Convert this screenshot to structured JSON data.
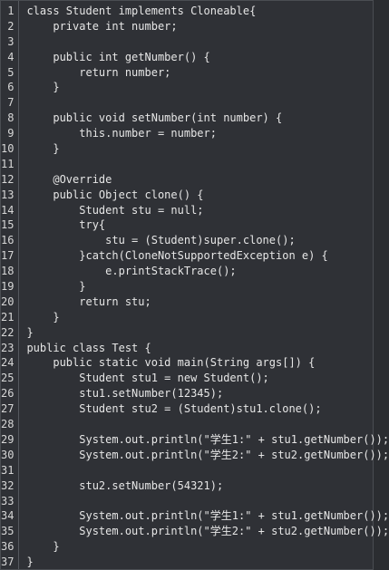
{
  "colors": {
    "background": "#2f3136",
    "gutter_divider": "#55585e",
    "text": "#e6e6e6",
    "line_number": "#d7d7d7"
  },
  "lines": [
    {
      "n": "1",
      "text": "class Student implements Cloneable{"
    },
    {
      "n": "2",
      "text": "    private int number;"
    },
    {
      "n": "3",
      "text": ""
    },
    {
      "n": "4",
      "text": "    public int getNumber() {"
    },
    {
      "n": "5",
      "text": "        return number;"
    },
    {
      "n": "6",
      "text": "    }"
    },
    {
      "n": "7",
      "text": ""
    },
    {
      "n": "8",
      "text": "    public void setNumber(int number) {"
    },
    {
      "n": "9",
      "text": "        this.number = number;"
    },
    {
      "n": "10",
      "text": "    }"
    },
    {
      "n": "11",
      "text": ""
    },
    {
      "n": "12",
      "text": "    @Override"
    },
    {
      "n": "13",
      "text": "    public Object clone() {"
    },
    {
      "n": "14",
      "text": "        Student stu = null;"
    },
    {
      "n": "15",
      "text": "        try{"
    },
    {
      "n": "16",
      "text": "            stu = (Student)super.clone();"
    },
    {
      "n": "17",
      "text": "        }catch(CloneNotSupportedException e) {"
    },
    {
      "n": "18",
      "text": "            e.printStackTrace();"
    },
    {
      "n": "19",
      "text": "        }"
    },
    {
      "n": "20",
      "text": "        return stu;"
    },
    {
      "n": "21",
      "text": "    }"
    },
    {
      "n": "22",
      "text": "}"
    },
    {
      "n": "23",
      "text": "public class Test {"
    },
    {
      "n": "24",
      "text": "    public static void main(String args[]) {"
    },
    {
      "n": "25",
      "text": "        Student stu1 = new Student();"
    },
    {
      "n": "26",
      "text": "        stu1.setNumber(12345);"
    },
    {
      "n": "27",
      "text": "        Student stu2 = (Student)stu1.clone();"
    },
    {
      "n": "28",
      "text": ""
    },
    {
      "n": "29",
      "text": "        System.out.println(\"学生1:\" + stu1.getNumber());"
    },
    {
      "n": "30",
      "text": "        System.out.println(\"学生2:\" + stu2.getNumber());"
    },
    {
      "n": "31",
      "text": ""
    },
    {
      "n": "32",
      "text": "        stu2.setNumber(54321);"
    },
    {
      "n": "33",
      "text": ""
    },
    {
      "n": "34",
      "text": "        System.out.println(\"学生1:\" + stu1.getNumber());"
    },
    {
      "n": "35",
      "text": "        System.out.println(\"学生2:\" + stu2.getNumber());"
    },
    {
      "n": "36",
      "text": "    }"
    },
    {
      "n": "37",
      "text": "}"
    }
  ]
}
